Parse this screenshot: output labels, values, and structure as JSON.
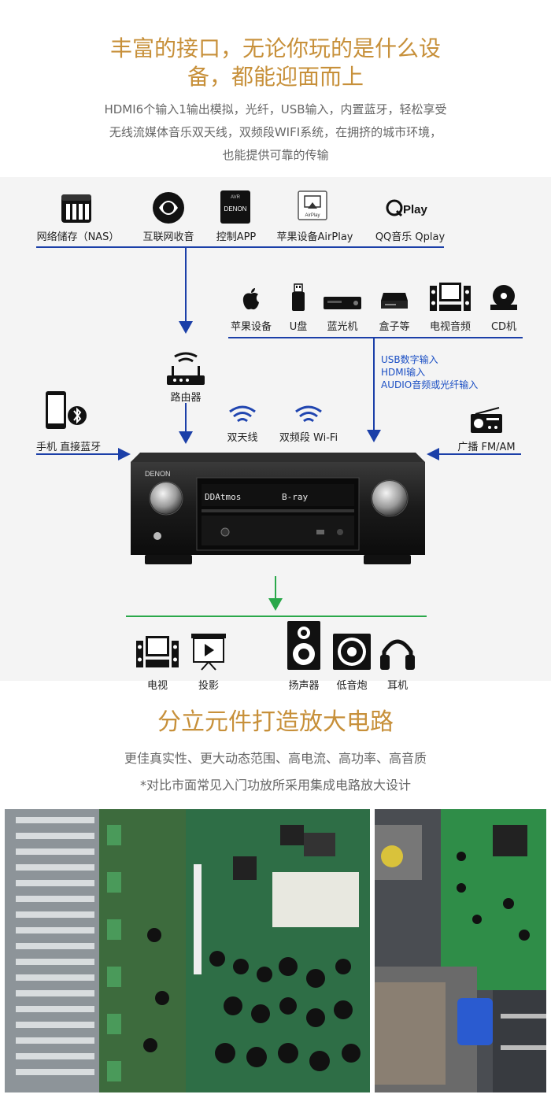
{
  "header": {
    "title_line1": "丰富的接口，无论你玩的是什么设",
    "title_line2": "备，都能迎面而上",
    "desc_line1": "HDMI6个输入1输出模拟，光纤，USB输入，内置蓝牙，轻松享受",
    "desc_line2": "无线流媒体音乐双天线，双频段WIFI系统，在拥挤的城市环境，",
    "desc_line3": "也能提供可靠的传输"
  },
  "top_sources": [
    {
      "label": "网络储存（NAS）",
      "icon": "nas-icon"
    },
    {
      "label": "互联网收音",
      "icon": "internet-radio-icon"
    },
    {
      "label": "控制APP",
      "icon": "app-icon"
    },
    {
      "label": "苹果设备AirPlay",
      "icon": "airplay-icon"
    },
    {
      "label": "QQ音乐 Qplay",
      "icon": "qplay-icon"
    }
  ],
  "icon_text": {
    "app_brand": "DENON",
    "app_tag": "AVR",
    "airplay": "AirPlay",
    "qplay": "Play"
  },
  "mid_sources": [
    {
      "label": "苹果设备",
      "icon": "apple-icon"
    },
    {
      "label": "U盘",
      "icon": "usb-drive-icon"
    },
    {
      "label": "蓝光机",
      "icon": "bluray-player-icon"
    },
    {
      "label": "盒子等",
      "icon": "set-top-box-icon"
    },
    {
      "label": "电视音频",
      "icon": "tv-audio-icon"
    },
    {
      "label": "CD机",
      "icon": "cd-player-icon"
    }
  ],
  "mid_inputs": [
    "USB数字输入",
    "HDMI输入",
    "AUDIO音频或光纤输入"
  ],
  "router_label": "路由器",
  "phone_label": "手机  直接蓝牙",
  "wifi_labels": [
    "双天线",
    "双频段 Wi-Fi"
  ],
  "radio_label": "广播 FM/AM",
  "receiver": {
    "brand": "DENON",
    "display_left": "DDAtmos",
    "display_right": "B-ray"
  },
  "outputs": [
    {
      "label": "电视",
      "icon": "tv-icon"
    },
    {
      "label": "投影",
      "icon": "projector-icon"
    },
    {
      "label": "扬声器",
      "icon": "speaker-icon"
    },
    {
      "label": "低音炮",
      "icon": "subwoofer-icon"
    },
    {
      "label": "耳机",
      "icon": "headphones-icon"
    }
  ],
  "section2": {
    "title": "分立元件打造放大电路",
    "desc1": "更佳真实性、更大动态范围、高电流、高功率、高音质",
    "desc2": "*对比市面常见入门功放所采用集成电路放大设计"
  },
  "colors": {
    "title": "#c7903a",
    "line_blue": "#1b3fa8",
    "line_green": "#2aa84a",
    "label_blue": "#1b4fc4"
  }
}
